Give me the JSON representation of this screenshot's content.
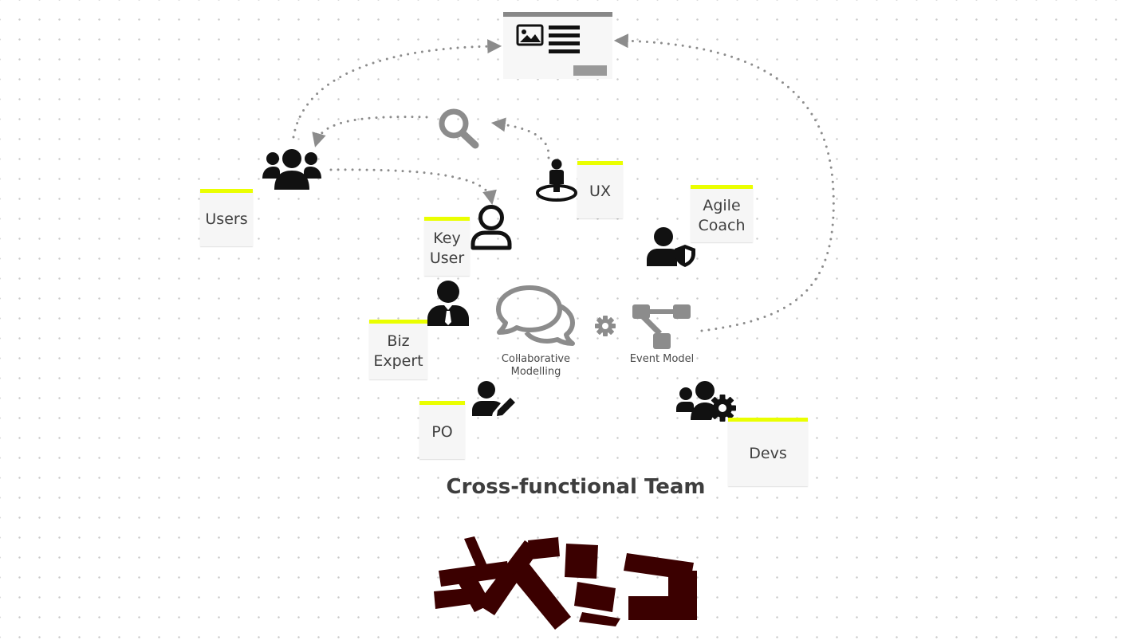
{
  "roles": {
    "users": "Users",
    "ux": "UX",
    "key_user_line1": "Key",
    "key_user_line2": "User",
    "agile_coach_line1": "Agile",
    "agile_coach_line2": "Coach",
    "biz_expert_line1": "Biz",
    "biz_expert_line2": "Expert",
    "po": "PO",
    "devs": "Devs"
  },
  "center": {
    "collab_line1": "Collaborative",
    "collab_line2": "Modelling",
    "event_model": "Event Model"
  },
  "title": "Cross-functional Team",
  "colors": {
    "note_accent": "#eaff00",
    "note_bg": "#f6f6f6",
    "icon_dark": "#111111",
    "icon_gray": "#8c8c8c",
    "logo": "#3b0000"
  },
  "icons": [
    "wireframe-icon",
    "search-icon",
    "user-group-icon",
    "user-pin-icon",
    "user-outline-icon",
    "user-shield-icon",
    "user-tie-icon",
    "chat-bubbles-icon",
    "gear-icon",
    "event-model-icon",
    "user-pen-icon",
    "users-gear-icon",
    "logo-mark"
  ]
}
